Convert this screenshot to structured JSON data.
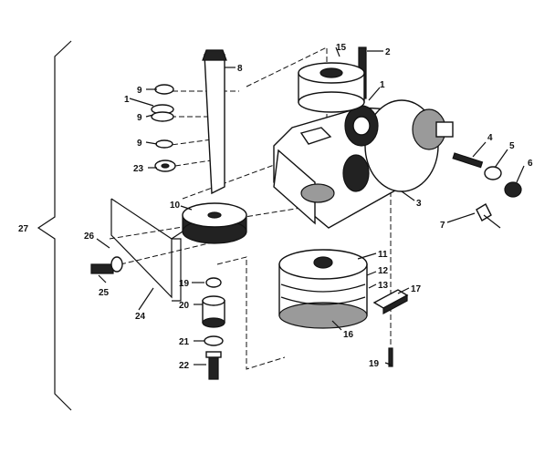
{
  "diagram": {
    "callouts": {
      "c1a": "1",
      "c1b": "1",
      "c2": "2",
      "c3": "3",
      "c4": "4",
      "c5": "5",
      "c6": "6",
      "c7": "7",
      "c8": "8",
      "c9a": "9",
      "c9b": "9",
      "c9c": "9",
      "c10": "10",
      "c11": "11",
      "c12": "12",
      "c13": "13",
      "c15": "15",
      "c16": "16",
      "c17": "17",
      "c19a": "19",
      "c19b": "19",
      "c20": "20",
      "c21": "21",
      "c22": "22",
      "c23": "23",
      "c24": "24",
      "c25": "25",
      "c26": "26",
      "c27": "27"
    }
  }
}
